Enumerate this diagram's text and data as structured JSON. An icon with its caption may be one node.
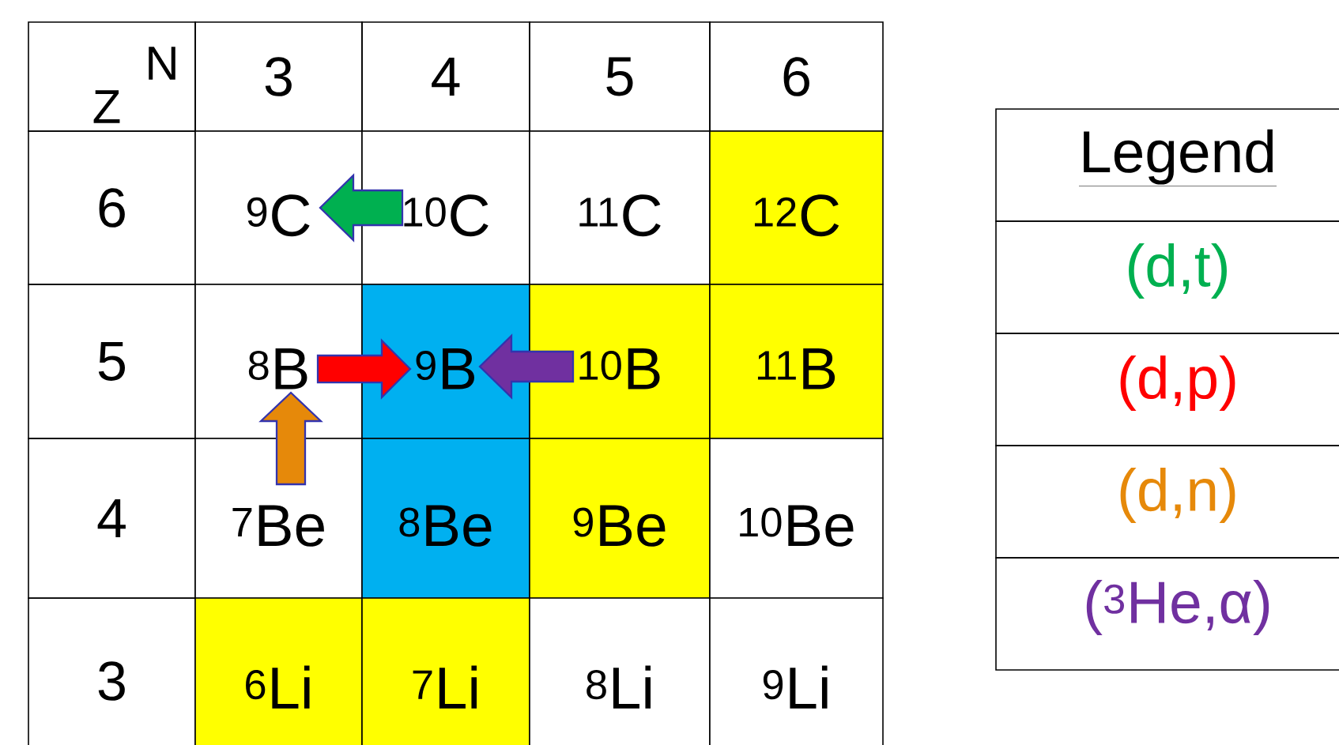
{
  "diagram": {
    "nodes": [
      {
        "text": [
          "$^{9}$C"
        ]
      },
      {
        "text": [
          "$^{10}$C"
        ]
      },
      {
        "text": [
          "$^{11}$C"
        ]
      },
      {
        "text": [
          "$^{12}$C"
        ]
      },
      {
        "text": [
          "$^{8}$B"
        ]
      },
      {
        "text": [
          "$^{9}$B"
        ]
      },
      {
        "text": [
          "$^{10}$B"
        ]
      },
      {
        "text": [
          "$^{11}$B"
        ]
      },
      {
        "text": [
          "$^{7}$Be"
        ]
      },
      {
        "text": [
          "$^{8}$Be"
        ]
      },
      {
        "text": [
          "$^{9}$Be"
        ]
      },
      {
        "text": [
          "$^{10}$Be"
        ]
      },
      {
        "text": [
          "$^{6}$Li"
        ]
      },
      {
        "text": [
          "$^{7}$Li"
        ]
      },
      {
        "text": [
          "$^{8}$Li"
        ]
      },
      {
        "text": [
          "$^{9}$Li"
        ]
      }
    ],
    "edges": [
      {
        "from": 1,
        "to": 0,
        "arrow": "to",
        "color": "#00b050"
      },
      {
        "from": 4,
        "to": 5,
        "arrow": "to",
        "color": "#ff0000"
      },
      {
        "from": 8,
        "to": 4,
        "arrow": "to",
        "color": "#e6890a"
      },
      {
        "from": 6,
        "to": 5,
        "arrow": "to",
        "color": "#7030a0"
      }
    ],
    "labels": [
      "N",
      "Z",
      "3",
      "4",
      "5",
      "6",
      "6",
      "5",
      "4",
      "3",
      "Legend"
    ],
    "legend": [
      {
        "text": "(d,t)",
        "color": "#00b050"
      },
      {
        "text": "(d,p)",
        "color": "#ff0000"
      },
      {
        "text": "(d,n)",
        "color": "#e6890a"
      },
      {
        "text": "($^{3}$He,α)",
        "color": "#7030a0"
      }
    ]
  }
}
